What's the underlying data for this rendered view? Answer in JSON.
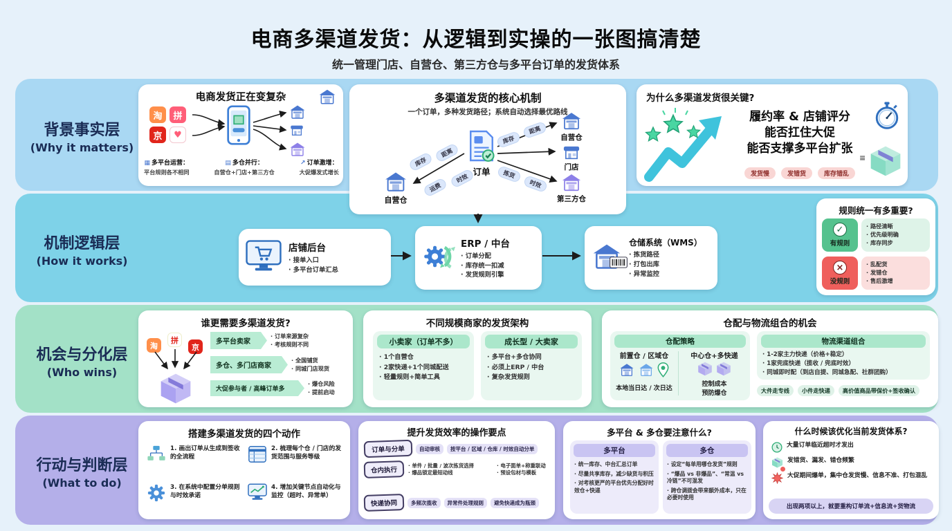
{
  "page": {
    "title": "电商多渠道发货：从逻辑到实操的一张图搞清楚",
    "subtitle": "统一管理门店、自营仓、第三方仓与多平台订单的发货体系"
  },
  "colors": {
    "band_facts": "#a9d8f3",
    "band_mechanism": "#7ed2e8",
    "band_opportunity": "#a3e1c7",
    "band_action": "#b4afe9",
    "accent_blue": "#4a78d0",
    "accent_teal": "#3fc3dc",
    "accent_green": "#55c28e",
    "accent_red": "#ef5f5c",
    "accent_purple": "#8d80e8"
  },
  "bands": [
    {
      "label": "背景事实层",
      "label_en": "(Why it matters)"
    },
    {
      "label": "机制逻辑层",
      "label_en": "(How it works)"
    },
    {
      "label": "机会与分化层",
      "label_en": "(Who wins)"
    },
    {
      "label": "行动与判断层",
      "label_en": "(What to do)"
    }
  ],
  "complex_card": {
    "title": "电商发货正在变复杂",
    "app_glyphs": [
      "淘",
      "拼",
      "京",
      "♥"
    ],
    "factors": [
      {
        "icon": "▦",
        "label": "多平台运营：",
        "desc": "平台规则各不相同"
      },
      {
        "icon": "▤",
        "label": "多仓并行：",
        "desc": "自营仓+门店+第三方仓"
      },
      {
        "icon": "↗",
        "label": "订单激增：",
        "desc": "大促爆发式增长"
      }
    ]
  },
  "core_card": {
    "title": "多渠道发货的核心机制",
    "subtitle": "一个订单，多种发货路径；系统自动选择最优路线",
    "order_label": "订单",
    "left_node": "自营仓",
    "right_nodes": [
      "自营仓",
      "门店",
      "第三方仓"
    ],
    "pills_left": [
      "库存",
      "距离",
      "运费",
      "时效"
    ],
    "pills_right_top": [
      "库存",
      "距离"
    ],
    "pills_right_bottom": [
      "拣货",
      "时效"
    ]
  },
  "why_card": {
    "title": "为什么多渠道发货很关键?",
    "lines": [
      "履约率 & 店铺评分",
      "能否扛住大促",
      "能否支撑多平台扩张"
    ],
    "risks": [
      "发货慢",
      "发错货",
      "库存错乱"
    ]
  },
  "flow_nodes": [
    {
      "title": "店铺后台",
      "bullets": [
        "接单入口",
        "多平台订单汇总"
      ]
    },
    {
      "title": "ERP / 中台",
      "bullets": [
        "订单分配",
        "库存统一扣减",
        "发货规则引擎"
      ]
    },
    {
      "title": "仓储系统（WMS）",
      "bullets": [
        "拣货路径",
        "打包出库",
        "异常监控"
      ]
    }
  ],
  "rules_card": {
    "title": "规则统一有多重要?",
    "good": {
      "mark": "✓",
      "label": "有规则",
      "bullets": [
        "路径清晰",
        "优先级明确",
        "库存同步"
      ]
    },
    "bad": {
      "mark": "×",
      "label": "没规则",
      "bullets": [
        "乱配货",
        "发错仓",
        "售后激增"
      ]
    }
  },
  "who_card": {
    "title": "谁更需要多渠道发货?",
    "app_glyphs": [
      "淘",
      "拼",
      "京"
    ],
    "rows": [
      {
        "tag": "多平台卖家",
        "bullets": [
          "订单来源复杂",
          "考核规则不同"
        ]
      },
      {
        "tag": "多仓、多门店商家",
        "bullets": [
          "全国铺货",
          "同城门店现货"
        ]
      },
      {
        "tag": "大促参与者 / 高峰订单多",
        "bullets": [
          "爆仓风险",
          "提前启动"
        ]
      }
    ]
  },
  "arch_card": {
    "title": "不同规模商家的发货架构",
    "cols": [
      {
        "header": "小卖家（订单不多）",
        "bullets": [
          "1个自营仓",
          "2家快递+1个同城配送",
          "轻量规则+简单工具"
        ]
      },
      {
        "header": "成长型 / 大卖家",
        "bullets": [
          "多平台+多仓协同",
          "必须上ERP / 中台",
          "复杂发货规则"
        ]
      }
    ]
  },
  "combo_card": {
    "title": "仓配与物流组合的机会",
    "strategy": {
      "header": "仓配策略",
      "front": {
        "title": "前置仓 / 区域仓",
        "caption": "本地当日达 / 次日达"
      },
      "central": {
        "title": "中心仓+多快递",
        "captions": [
          "控制成本",
          "预防爆仓"
        ]
      }
    },
    "channels": {
      "header": "物流渠道组合",
      "bullets": [
        "1-2家主力快递（价格+稳定）",
        "1家兜底快递（揽收 / 兜底时效）",
        "同城即时配（到店自提、同城急配、社群团购）"
      ]
    },
    "pills": [
      "大件走专线",
      "小件走快递",
      "高价值商品带保价+签收确认"
    ]
  },
  "actions_card": {
    "title": "搭建多渠道发货的四个动作",
    "items": [
      "1. 画出订单从生成到签收的全流程",
      "2. 梳理每个仓 / 门店的发货范围与服务等级",
      "3. 在系统中配置分单规则与时效承诺",
      "4. 增加关键节点自动化与监控（超时、异常单）"
    ]
  },
  "efficiency_card": {
    "title": "提升发货效率的操作要点",
    "rows": [
      {
        "tag": "订单与分单",
        "pills": [
          "自动审核",
          "按平台 / 区域 / 仓库 / 时效自动分单"
        ]
      },
      {
        "tag": "仓内执行",
        "bullets": [
          "单件 / 批量 / 波次拣货选择",
          "爆品锁定最短动线",
          "电子面单+称重联动",
          "预设包材与模板"
        ]
      },
      {
        "tag": "快递协同",
        "pills": [
          "多频次揽收",
          "异常件处理规则",
          "避免快递成为瓶颈"
        ]
      }
    ]
  },
  "attention_card": {
    "title": "多平台 & 多仓要注意什么?",
    "cols": [
      {
        "header": "多平台",
        "bullets": [
          "统一库存、中台汇总订单",
          "尽量共享库存，减少缺货与积压",
          "对考核更严的平台优先分配好时效仓+快递"
        ]
      },
      {
        "header": "多仓",
        "bullets": [
          "设定“每单用哪仓发货”规则",
          "“爆品 vs 非爆品”、“常温 vs 冷链”不可混发",
          "跨仓调拨会带来额外成本，只在必要时使用"
        ]
      }
    ]
  },
  "when_card": {
    "title": "什么时候该优化当前发货体系?",
    "signals": [
      "大量订单临近超时才发出",
      "发错货、漏发、错仓频繁",
      "大促期间爆单，集中仓发货慢、信息不准、打包混乱"
    ],
    "conclusion": "出现两项以上，就要重构订单流+信息流+货物流"
  }
}
